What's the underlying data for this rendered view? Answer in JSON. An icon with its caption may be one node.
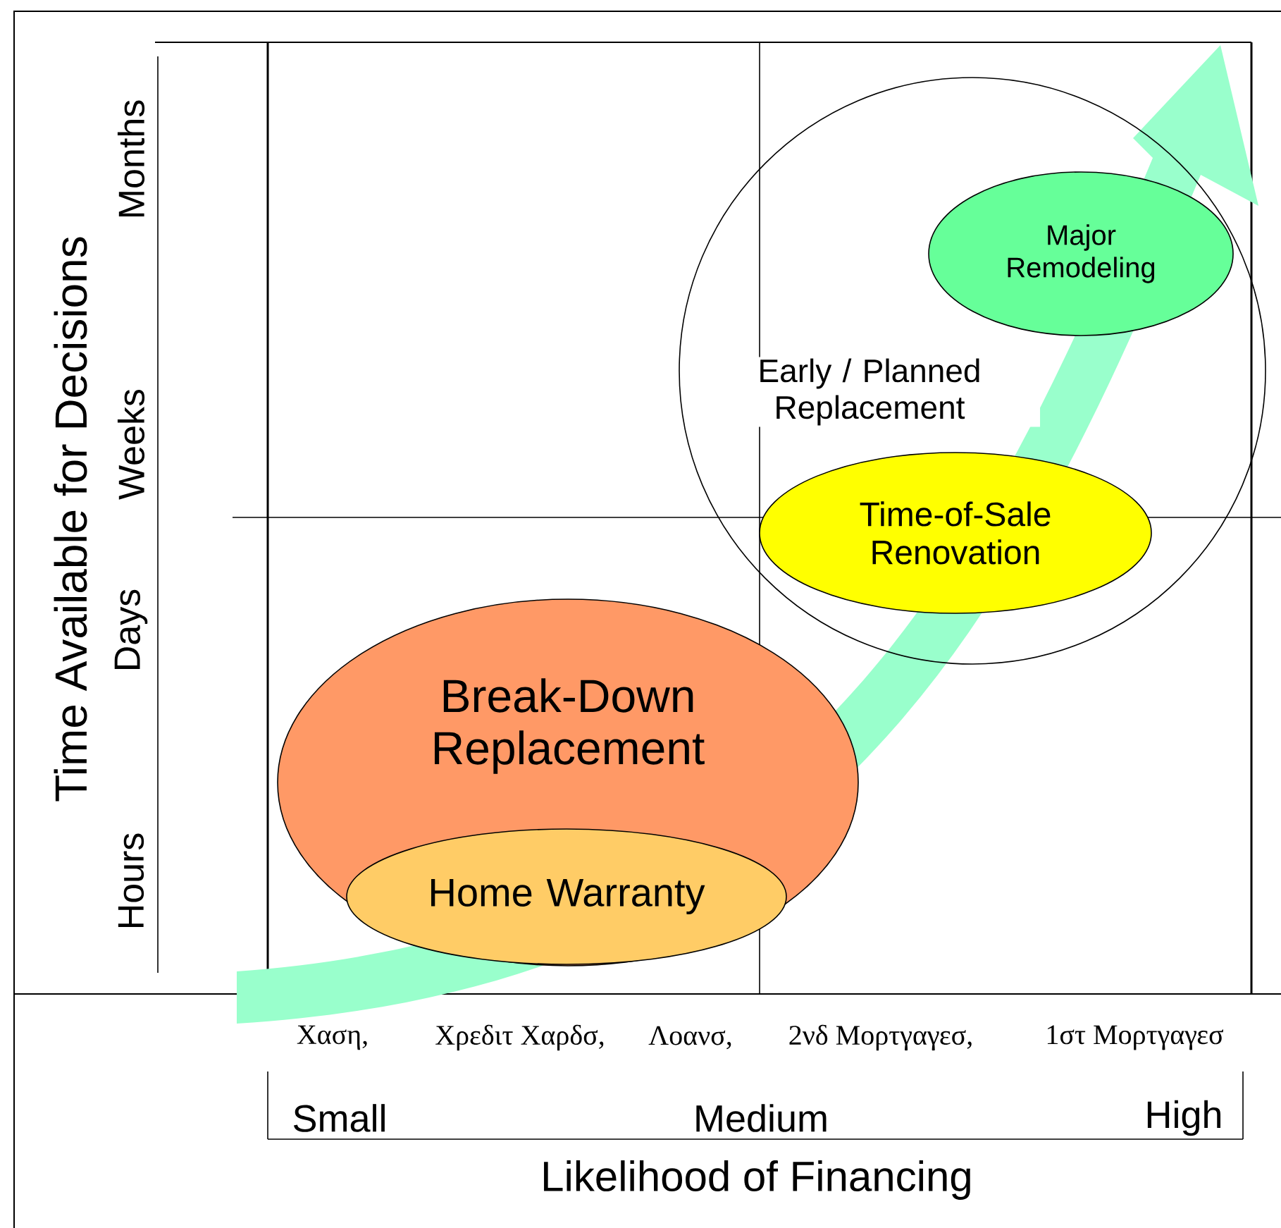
{
  "diagram": {
    "nodes": [
      {
        "text": [
          "Early / Planned Replacement"
        ]
      },
      {
        "text": [
          "Major Remodeling"
        ],
        "in": 0
      },
      {
        "text": [
          "Time-of-Sale Renovation"
        ],
        "in": 0
      },
      {
        "text": [
          "Break-Down Replacement"
        ]
      },
      {
        "text": [
          "Home Warranty"
        ],
        "in": 3
      }
    ],
    "labels": [
      "Time Available for Decisions",
      "Months",
      "Weeks",
      "Days",
      "Hours",
      "Χαση,",
      "Χρεδιτ Χαρδσ,",
      "Λοανσ,",
      "2νδ Μορτγαγεσ,",
      "1στ Μορτγαγεσ",
      "Small",
      "Medium",
      "High",
      "Likelihood of Financing"
    ]
  }
}
